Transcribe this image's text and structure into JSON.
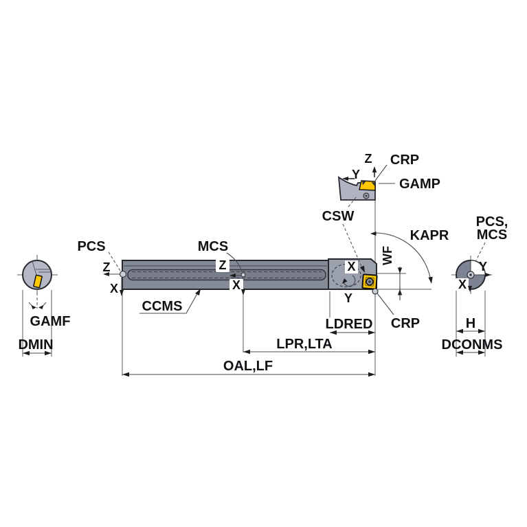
{
  "diagram": {
    "title_context": "boring-bar tool dimension drawing",
    "labels": {
      "pcs_left": "PCS",
      "mcs_mid": "MCS",
      "ccms": "CCMS",
      "gamf": "GAMF",
      "dmin": "DMIN",
      "oal_lf": "OAL,LF",
      "lpr_lta": "LPR,LTA",
      "ldred": "LDRED",
      "crp_lower": "CRP",
      "crp_upper": "CRP",
      "gamp": "GAMP",
      "csw": "CSW",
      "kapr": "KAPR",
      "wf": "WF",
      "pcs_mcs_right_line1": "PCS,",
      "pcs_mcs_right_line2": "MCS",
      "h_dim": "H",
      "dconms": "DCONMS"
    },
    "axes": {
      "left_end": {
        "z": "Z",
        "x": "X"
      },
      "machine": {
        "z": "Z",
        "x": "X"
      },
      "head": {
        "x": "X",
        "y": "Y"
      },
      "top_detail": {
        "z": "Z",
        "y": "Y"
      },
      "right_end": {
        "y": "Y",
        "x": "X"
      }
    },
    "colors": {
      "bar_fill": "#848a96",
      "slot_fill": "#777d89",
      "head_fill": "#9aa1ad",
      "detail_fill": "#b0b5c1",
      "left_view_fill": "#b4b9c5",
      "right_view_fill": "#7d8392",
      "insert_yellow": "#ffc800",
      "outline": "#26282e",
      "line": "#45484f"
    }
  }
}
